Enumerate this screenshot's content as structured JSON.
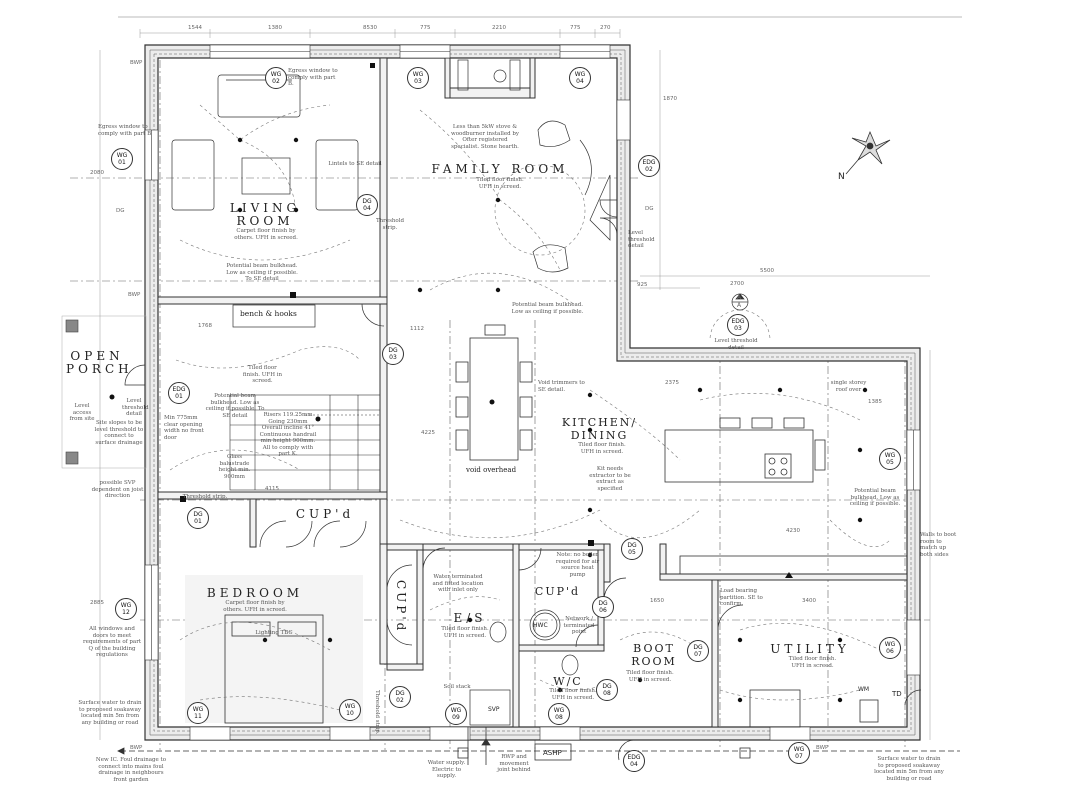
{
  "rooms": {
    "living_room": {
      "name": "LIVING ROOM",
      "note": "Carpet floor finish by others. UFH in screed."
    },
    "family_room": {
      "name": "FAMILY ROOM",
      "note": "Tiled floor finish. UFH in screed."
    },
    "open_porch": {
      "name": "OPEN PORCH"
    },
    "kitchen_dining": {
      "name": "KITCHEN/ DINING",
      "note": "Tiled floor finish. UFH in screed."
    },
    "bedroom": {
      "name": "BEDROOM",
      "note": "Carpet floor finish by others. UFH in screed."
    },
    "cupd_hall": {
      "name": "CUP'd"
    },
    "cupd_vertical": {
      "name": "CUP'd"
    },
    "cupd_small": {
      "name": "CUP'd"
    },
    "es": {
      "name": "E/S",
      "note": "Tiled floor finish. UFH in screed."
    },
    "boot_room": {
      "name": "BOOT ROOM",
      "note": "Tiled floor finish. UFH in screed."
    },
    "utility": {
      "name": "UTILITY",
      "note": "Tiled floor finish. UFH in screed."
    },
    "wc": {
      "name": "W/C",
      "note": "Tiled floor finish. UFH in screed."
    },
    "hall": {
      "note": "Tiled floor finish. UFH in screed."
    }
  },
  "tags": {
    "wg01": {
      "prefix": "WG",
      "num": "01"
    },
    "wg02": {
      "prefix": "WG",
      "num": "02"
    },
    "wg03": {
      "prefix": "WG",
      "num": "03"
    },
    "wg04": {
      "prefix": "WG",
      "num": "04"
    },
    "wg05": {
      "prefix": "WG",
      "num": "05"
    },
    "wg06": {
      "prefix": "WG",
      "num": "06"
    },
    "wg07": {
      "prefix": "WG",
      "num": "07"
    },
    "wg08": {
      "prefix": "WG",
      "num": "08"
    },
    "wg09": {
      "prefix": "WG",
      "num": "09"
    },
    "wg10": {
      "prefix": "WG",
      "num": "10"
    },
    "wg11": {
      "prefix": "WG",
      "num": "11"
    },
    "wg12": {
      "prefix": "WG",
      "num": "12"
    },
    "dg01": {
      "prefix": "DG",
      "num": "01"
    },
    "dg02": {
      "prefix": "DG",
      "num": "02"
    },
    "dg03": {
      "prefix": "DG",
      "num": "03"
    },
    "dg04": {
      "prefix": "DG",
      "num": "04"
    },
    "dg05": {
      "prefix": "DG",
      "num": "05"
    },
    "dg06": {
      "prefix": "DG",
      "num": "06"
    },
    "dg07": {
      "prefix": "DG",
      "num": "07"
    },
    "dg08": {
      "prefix": "DG",
      "num": "08"
    },
    "edg01": {
      "prefix": "EDG",
      "num": "01"
    },
    "edg02": {
      "prefix": "EDG",
      "num": "02"
    },
    "edg03": {
      "prefix": "EDG",
      "num": "03"
    },
    "edg04": {
      "prefix": "EDG",
      "num": "04"
    }
  },
  "notes": {
    "egress_wg01": "Egress window to comply with part B",
    "egress_wg02": "Egress window to comply with part B.",
    "bench_hooks": "bench & hooks",
    "void_overhead": "void overhead",
    "woodburner": "Less than 5kW stove & woodburner installed by Ofter registered specialist. Stone hearth.",
    "lintels": "Lintels to SE detail",
    "threshold_strip_1": "Threshold strip.",
    "threshold_strip_2": "Threshold strip.",
    "threshold_strip_3": "Threshold strip.",
    "potential_beam_1": "Potential beam bulkhead. Low as ceiling if possible. To SE detail",
    "potential_beam_2": "Potential beam bulkhead. Low as ceiling if possible.",
    "potential_beam_3": "Potential beam bulkhead. Low as ceiling if possible. To SE detail",
    "potential_beam_4": "Potential beam bulkhead. Low as ceiling if possible.",
    "level_threshold_porch": "Level threshold detail",
    "level_access": "Level access from site",
    "site_drainage": "Site slopes to be level threshold to connect to surface drainage",
    "level_threshold_family": "Level threshold detail",
    "level_threshold_kitchen": "Level threshold detail",
    "stairs": "Risers 119.25mm Going 230mm Overall incline 41° Continuous handrail min height 900mm. All to comply with part K.",
    "glass_balustrade": "Glass balustrade height min. 900mm",
    "clear_opening": "Min 775mm clear opening width no front door",
    "possible_svp": "possible SVP dependent on joist direction",
    "void_trimmers": "Void trimmers to SE detail.",
    "extractor": "Kit needs extractor to be extract as specified",
    "single_storey_roof": "single storey roof over",
    "wall_to_boot": "Walls to boot room to match up both sides",
    "boiler": "Note: no boiler required for air source heat pump",
    "network": "Network / terminated point",
    "load_bearing": "Load bearing partition. SE to confirm.",
    "lighting": "Lighting TBC",
    "part_q": "All windows and doors to meet requirements of part Q of the building regulations",
    "surface_water_sw": "Surface water to drain to proposed soakaway located min 5m from any building or road",
    "foul_drainage": "New IC. Foul drainage to connect into mains foul drainage in neighbours front garden",
    "surface_water_se": "Surface water to drain to proposed soakaway located min 5m from any building or road",
    "rwp": "RWP and movement joint behind",
    "water_supply": "Water supply. Electric to supply.",
    "ashp": "ASHP",
    "svp": "SVP",
    "soil_stack": "Soil stack",
    "cupboard_note": "Water terminated and fitted location with inlet only",
    "hwc": "HWC",
    "td": "TD",
    "wm": "WM"
  },
  "dims": {
    "top": [
      "1544",
      "1380",
      "8530",
      "775",
      "2210",
      "775",
      "270"
    ],
    "c5500": "5500",
    "c2700": "2700",
    "c2375": "2375",
    "c4115": "4115",
    "c4225": "4225",
    "c4230": "4230",
    "c3400": "3400",
    "c1768": "1768",
    "c925": "925",
    "c1385": "1385",
    "c1112": "1112",
    "c1650": "1650",
    "c1870": "1870",
    "c2080": "2080",
    "c2885": "2885"
  },
  "markers": {
    "bwp": "BWP",
    "north": "N",
    "section": "A",
    "dg_side": "DG"
  }
}
